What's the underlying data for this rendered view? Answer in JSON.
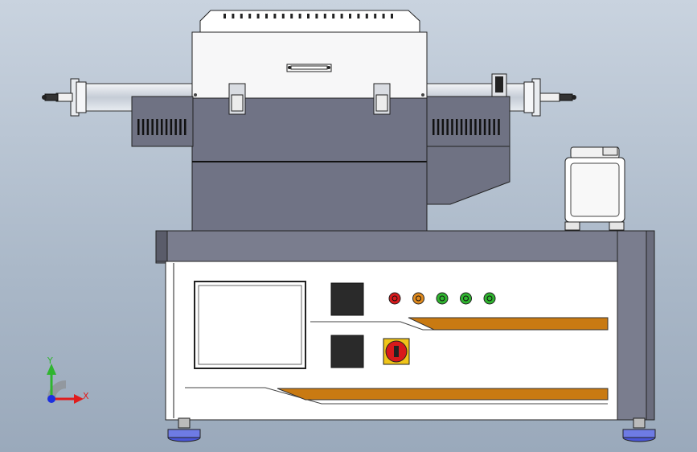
{
  "view": {
    "background_top": "#c9d3df",
    "background_bottom": "#9aa9bb"
  },
  "triad": {
    "y_label": "Y",
    "x_label": "X",
    "y_color": "#2fb52f",
    "x_color": "#e01c1c",
    "z_color": "#1c2fe0"
  },
  "model": {
    "panel_color": "#ffffff",
    "body_color": "#6f7283",
    "frame_color": "#7a7d8e",
    "stripe_color": "#c97a12",
    "indicator_lamps": [
      {
        "name": "red",
        "color": "#d8191b"
      },
      {
        "name": "orange",
        "color": "#e08a1e"
      },
      {
        "name": "green-1",
        "color": "#2fb52f"
      },
      {
        "name": "green-2",
        "color": "#2fb52f"
      },
      {
        "name": "green-3",
        "color": "#2fb52f"
      }
    ],
    "emergency_stop_color": "#d8191b"
  }
}
